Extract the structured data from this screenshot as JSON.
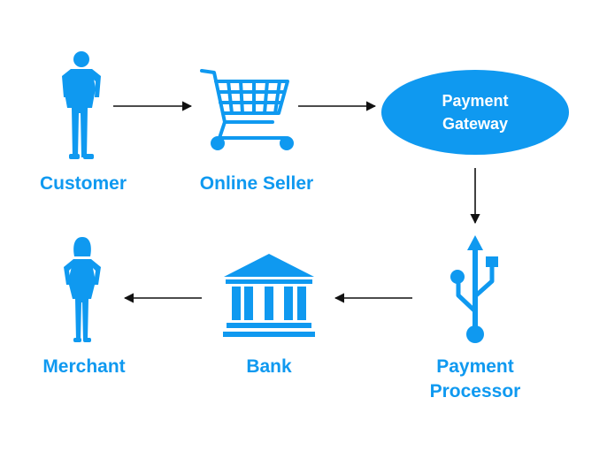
{
  "colors": {
    "accent": "#0f99f0",
    "arrow": "#111111",
    "gateway_text": "#ffffff"
  },
  "nodes": {
    "customer": {
      "label": "Customer",
      "icon": "standing-man-icon"
    },
    "seller": {
      "label": "Online Seller",
      "icon": "shopping-cart-icon"
    },
    "gateway": {
      "label_line1": "Payment",
      "label_line2": "Gateway",
      "shape": "ellipse"
    },
    "processor": {
      "label_line1": "Payment",
      "label_line2": "Processor",
      "icon": "usb-trident-icon"
    },
    "bank": {
      "label": "Bank",
      "icon": "bank-building-icon"
    },
    "merchant": {
      "label": "Merchant",
      "icon": "standing-woman-icon"
    }
  }
}
